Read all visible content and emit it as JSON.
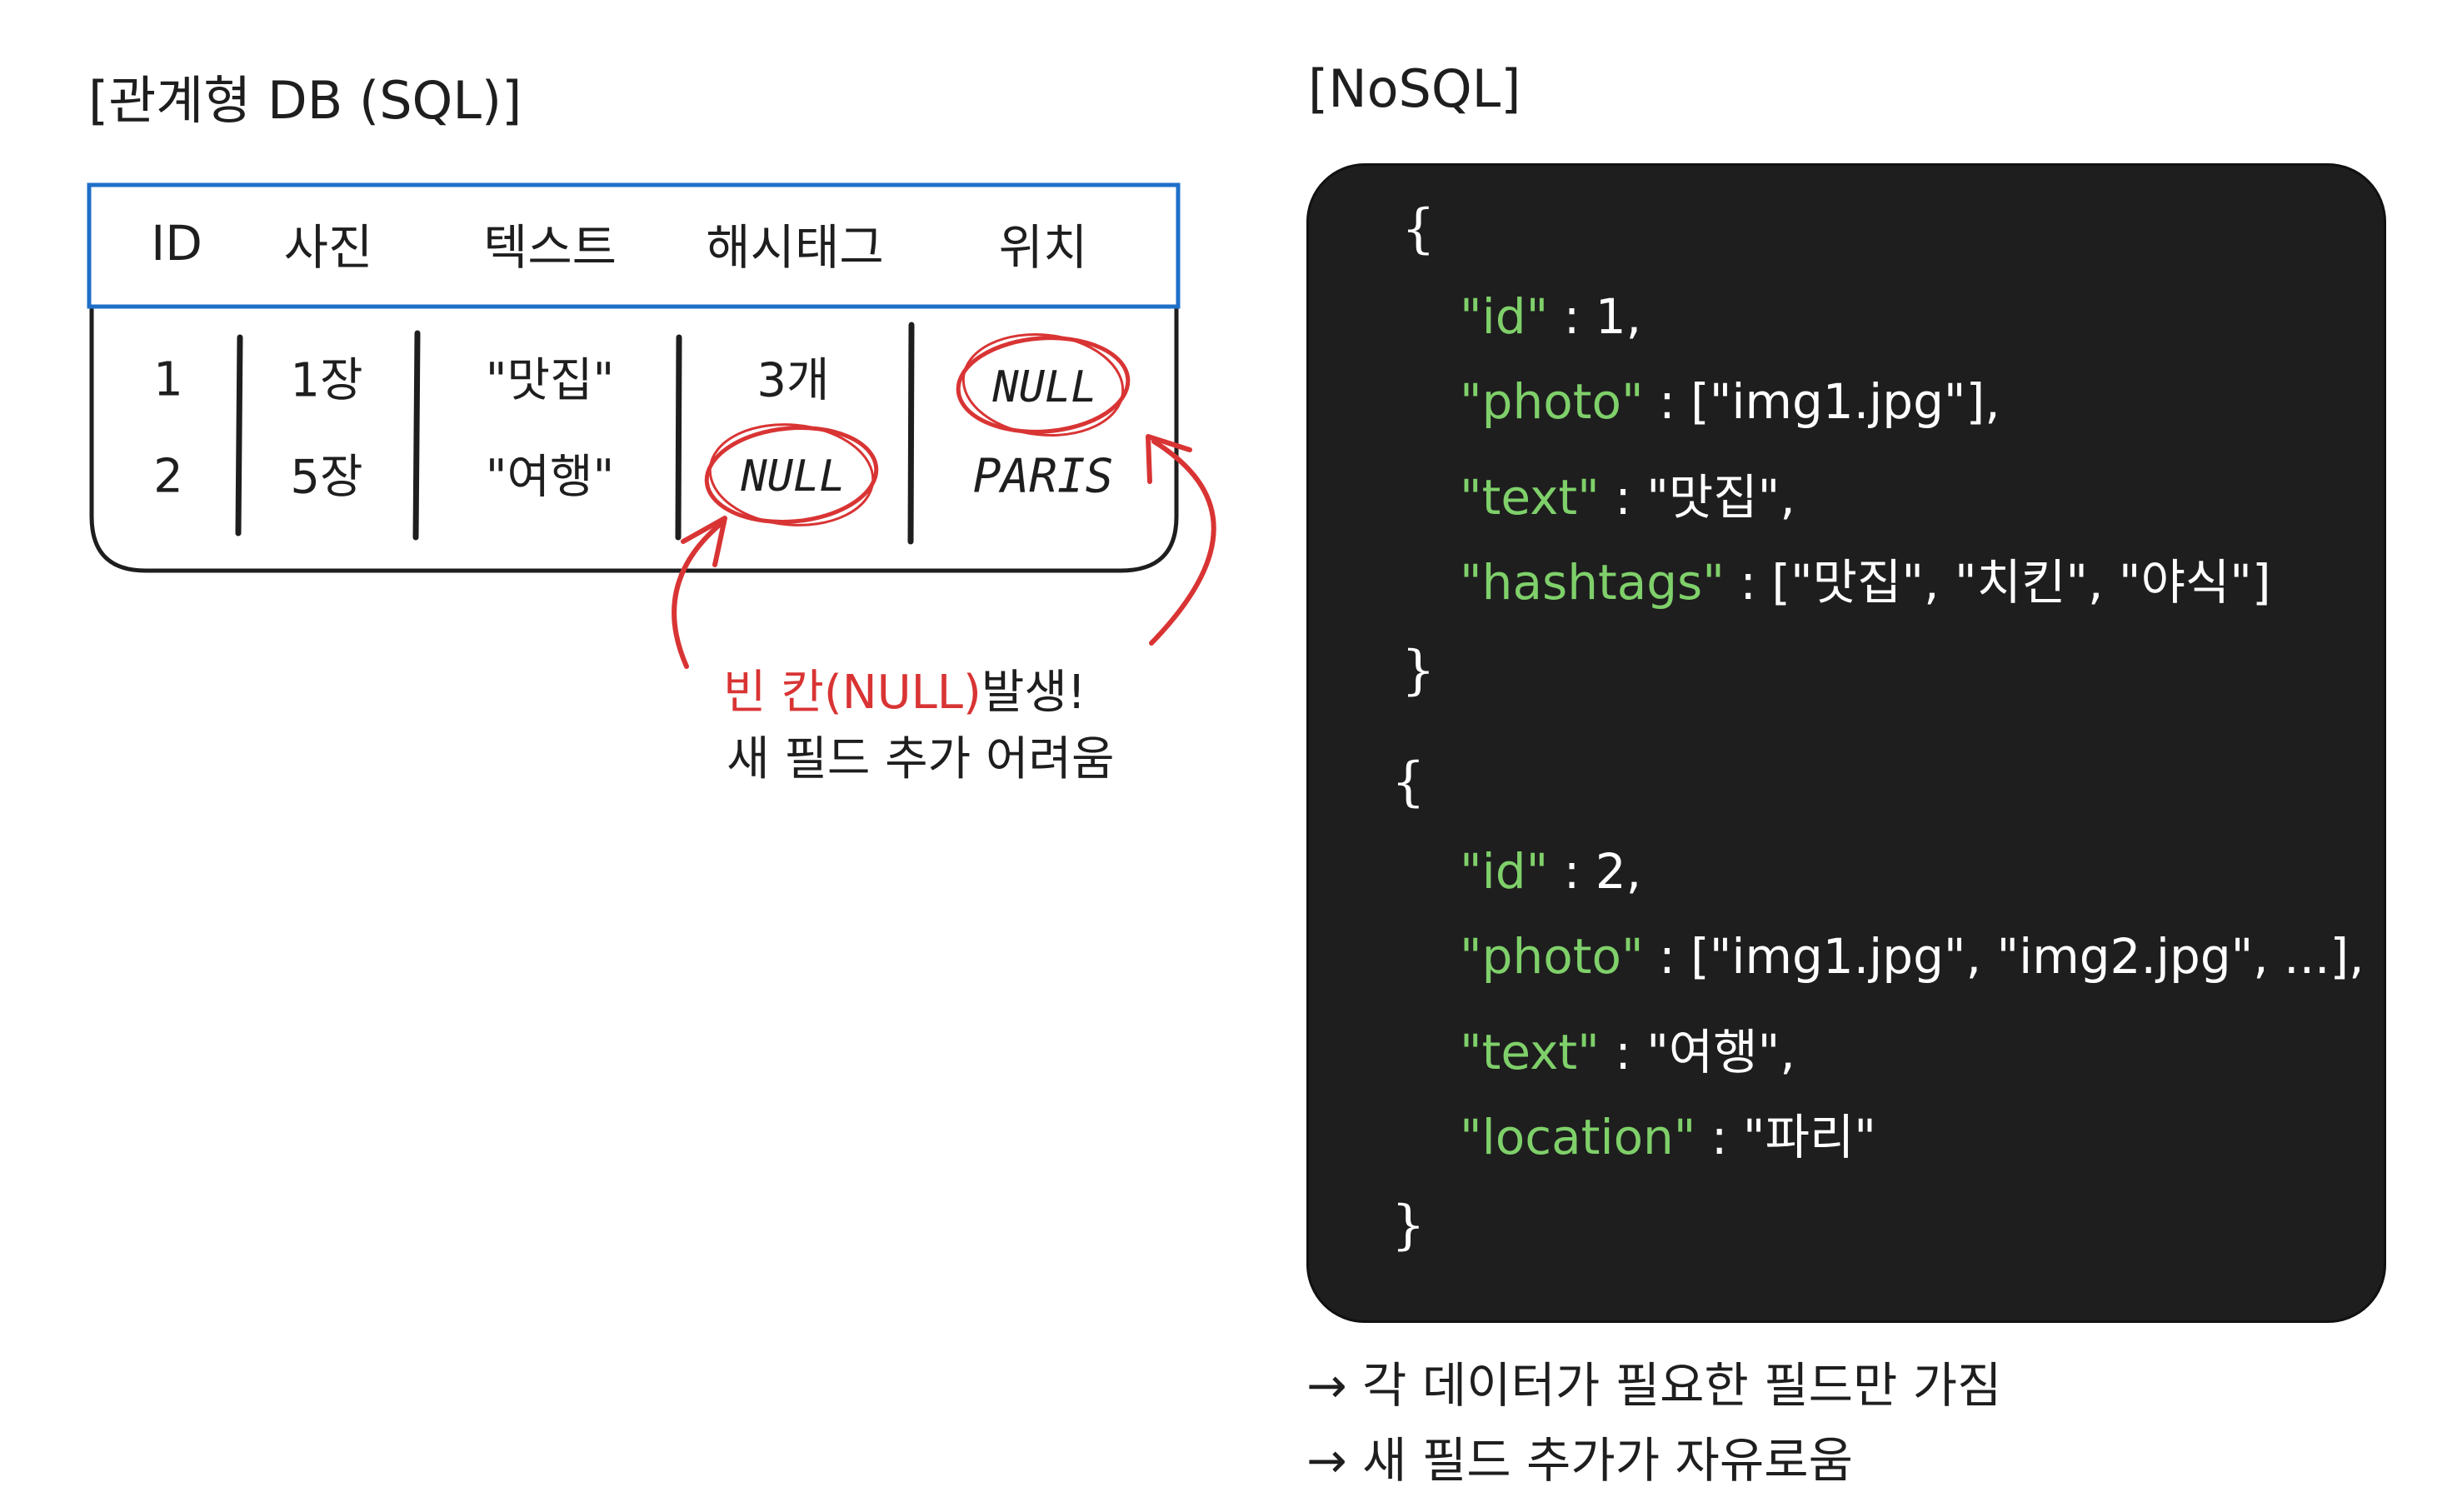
{
  "sql": {
    "title": "[관계형 DB (SQL)]",
    "headers": [
      "ID",
      "사진",
      "텍스트",
      "해시태그",
      "위치"
    ],
    "rows": [
      [
        "1",
        "1장",
        "\"맛집\"",
        "3개",
        "NULL"
      ],
      [
        "2",
        "5장",
        "\"여행\"",
        "NULL",
        "PARIS"
      ]
    ],
    "annotation": {
      "red_part": "빈 칸(NULL)",
      "black_part": "발생!",
      "line2": "새 필드 추가 어려움"
    }
  },
  "nosql": {
    "title": "[NoSQL]",
    "doc1": {
      "open": "{",
      "id_key": "\"id\"",
      "id_val": " : 1,",
      "photo_key": "\"photo\"",
      "photo_val": " : [\"img1.jpg\"],",
      "text_key": "\"text\"",
      "text_val": " : \"맛집\",",
      "hashtags_key": "\"hashtags\"",
      "hashtags_val": " : [\"맛집\", \"치킨\", \"야식\"]",
      "close": "}"
    },
    "doc2": {
      "open": "{",
      "id_key": "\"id\"",
      "id_val": " : 2,",
      "photo_key": "\"photo\"",
      "photo_val": " : [\"img1.jpg\", \"img2.jpg\", ...],",
      "text_key": "\"text\"",
      "text_val": " : \"여행\",",
      "location_key": "\"location\"",
      "location_val": " : \"파리\"",
      "close": "}"
    },
    "notes": [
      "→ 각 데이터가 필요한 필드만 가짐",
      "→ 새 필드 추가가 자유로움"
    ]
  },
  "colors": {
    "header_border": "#1f6fc9",
    "annotation_red": "#d93434",
    "code_bg": "#1e1e1e",
    "code_key": "#7fd06a"
  }
}
